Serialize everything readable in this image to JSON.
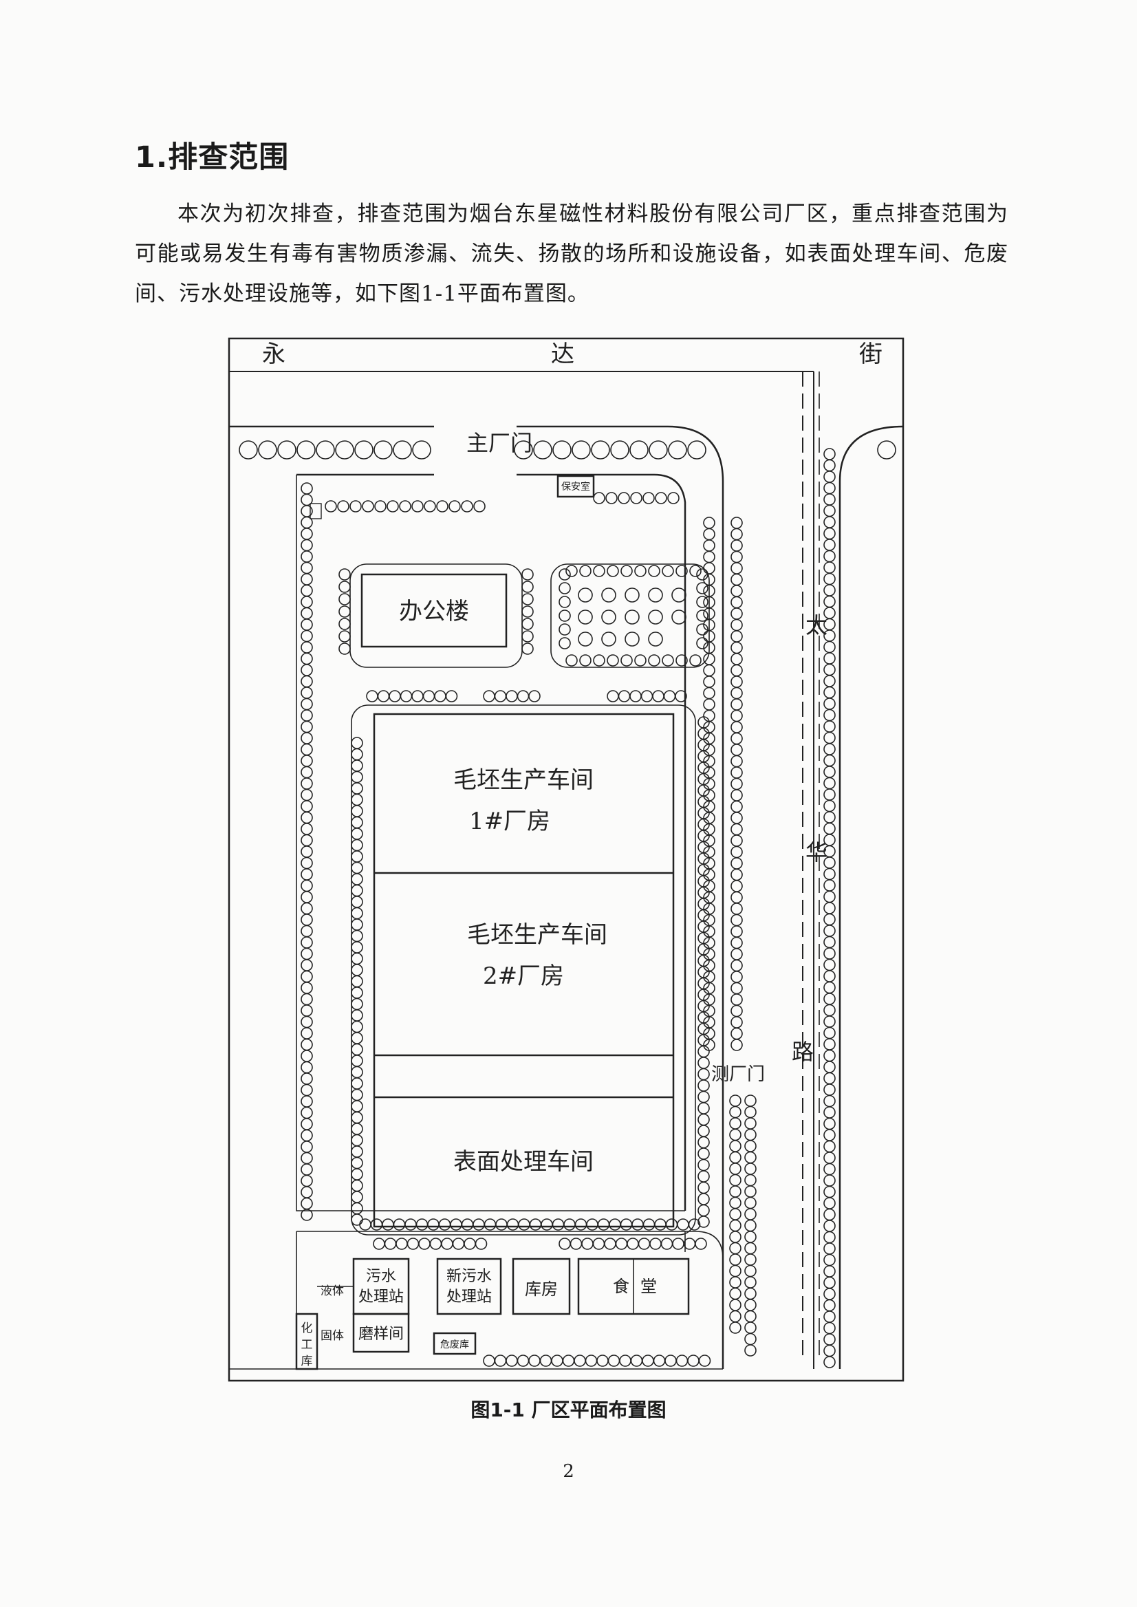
{
  "heading": "1.排查范围",
  "paragraph": "本次为初次排查，排查范围为烟台东星磁性材料股份有限公司厂区，重点排查范围为可能或易发生有毒有害物质渗漏、流失、扬散的场所和设施设备，如表面处理车间、危废间、污水处理设施等，如下图1-1平面布置图。",
  "figure": {
    "streets": {
      "top": [
        "永",
        "达",
        "街"
      ],
      "right": [
        "太",
        "华",
        "路"
      ]
    },
    "gates": {
      "main": "主厂门",
      "side": "测厂门"
    },
    "buildings": {
      "guard": "保安室",
      "office": "办公楼",
      "workshop1_line1": "毛坯生产车间",
      "workshop1_line2": "1#厂房",
      "workshop2_line1": "毛坯生产车间",
      "workshop2_line2": "2#厂房",
      "surface": "表面处理车间",
      "sewage_line1": "污水",
      "sewage_line2": "处理站",
      "new_sewage_line1": "新污水",
      "new_sewage_line2": "处理站",
      "warehouse": "库房",
      "canteen_1": "食",
      "canteen_2": "堂",
      "chem_1": "化",
      "chem_2": "工",
      "chem_3": "库",
      "liquid": "液体",
      "solid": "固体",
      "grinding": "磨样间",
      "hazwaste": "危废库"
    }
  },
  "caption": "图1-1  厂区平面布置图",
  "page_number": "2"
}
